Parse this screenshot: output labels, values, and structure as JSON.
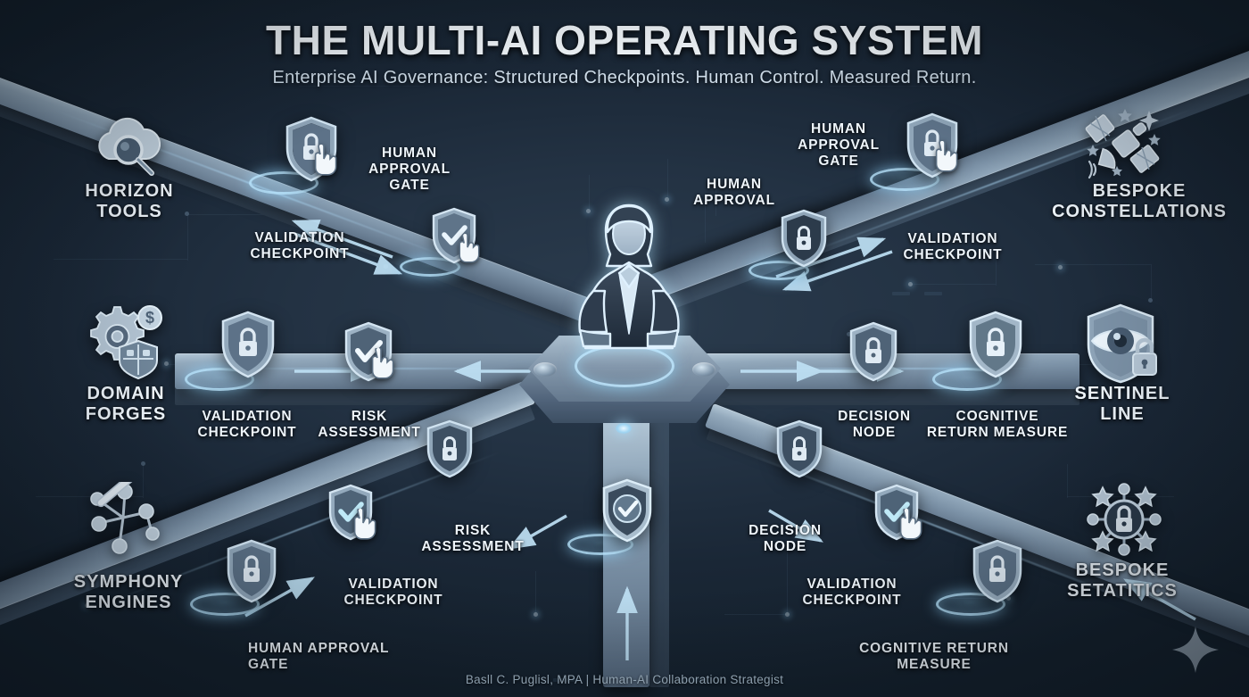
{
  "header": {
    "title": "THE MULTI-AI OPERATING SYSTEM",
    "subtitle": "Enterprise AI Governance: Structured Checkpoints. Human Control. Measured Return."
  },
  "footer": {
    "credit": "Basll C. Puglisl, MPA | Human-AI Collaboration Strategist"
  },
  "colors": {
    "background_deep": "#14202c",
    "background_mid": "#233243",
    "background_center": "#2b3c4e",
    "pathway_light": "#b3c7d6",
    "pathway_dark": "#44576b",
    "accent_glow": "#9ed4f2",
    "text_primary": "#eef5fb",
    "text_secondary": "#cfdde9"
  },
  "corners": [
    {
      "id": "horizon-tools",
      "label": "HORIZON\nTOOLS",
      "icon": "cloud-search-icon"
    },
    {
      "id": "domain-forges",
      "label": "DOMAIN\nFORGES",
      "icon": "gear-dollar-shield-icon"
    },
    {
      "id": "symphony-engines",
      "label": "SYMPHONY\nENGINES",
      "icon": "baton-network-icon"
    },
    {
      "id": "bespoke-constellations",
      "label": "BESPOKE\nCONSTELLATIONS",
      "icon": "satellite-stars-icon"
    },
    {
      "id": "sentinel-line",
      "label": "SENTINEL\nLINE",
      "icon": "shield-eye-lock-icon"
    },
    {
      "id": "bespoke-setatitics",
      "label": "BESPOKE\nSETATITICS",
      "icon": "lock-network-stars-icon"
    }
  ],
  "nodes": [
    {
      "id": "ul-human-approval-gate",
      "label": "HUMAN\nAPPROVAL\nGATE",
      "glyph": "lock",
      "cursor": true,
      "branch": "upper-left"
    },
    {
      "id": "ul-validation-checkpoint",
      "label": "VALIDATION\nCHECKPOINT",
      "glyph": "check",
      "cursor": true,
      "branch": "upper-left"
    },
    {
      "id": "ur-human-approval",
      "label": "HUMAN\nAPPROVAL",
      "glyph": "lock",
      "cursor": false,
      "branch": "upper-right"
    },
    {
      "id": "ur-human-approval-gate",
      "label": "HUMAN\nAPPROVAL\nGATE",
      "glyph": "lock",
      "cursor": true,
      "branch": "upper-right"
    },
    {
      "id": "ur-validation-checkpoint",
      "label": "VALIDATION\nCHECKPOINT",
      "glyph": "lock",
      "cursor": false,
      "branch": "upper-right"
    },
    {
      "id": "ml-validation-checkpoint",
      "label": "VALIDATION\nCHECKPOINT",
      "glyph": "lock",
      "cursor": false,
      "branch": "mid-left"
    },
    {
      "id": "ml-risk-assessment",
      "label": "RISK\nASSESSMENT",
      "glyph": "check",
      "cursor": true,
      "branch": "mid-left"
    },
    {
      "id": "mr-decision-node",
      "label": "DECISION\nNODE",
      "glyph": "lock",
      "cursor": false,
      "branch": "mid-right"
    },
    {
      "id": "mr-cognitive-return",
      "label": "COGNITIVE\nRETURN MEASURE",
      "glyph": "lock",
      "cursor": false,
      "branch": "mid-right"
    },
    {
      "id": "ll-human-approval-gate",
      "label": "HUMAN APPROVAL\nGATE",
      "glyph": "lock",
      "cursor": false,
      "branch": "lower-left"
    },
    {
      "id": "ll-validation-checkpoint",
      "label": "VALIDATION\nCHECKPOINT",
      "glyph": "check",
      "cursor": true,
      "branch": "lower-left"
    },
    {
      "id": "ll-risk-assessment",
      "label": "RISK\nASSESSMENT",
      "glyph": "lock",
      "cursor": false,
      "branch": "lower-left"
    },
    {
      "id": "lr-decision-node",
      "label": "DECISION\nNODE",
      "glyph": "lock",
      "cursor": false,
      "branch": "lower-right"
    },
    {
      "id": "lr-validation-checkpoint",
      "label": "VALIDATION\nCHECKPOINT",
      "glyph": "check",
      "cursor": true,
      "branch": "lower-right"
    },
    {
      "id": "lr-cognitive-return",
      "label": "COGNITIVE RETURN\nMEASURE",
      "glyph": "lock",
      "cursor": false,
      "branch": "lower-right"
    },
    {
      "id": "bottom-center-shield",
      "label": "",
      "glyph": "check-badge",
      "cursor": false,
      "branch": "bottom"
    }
  ],
  "center": {
    "figure": "human-operator-figure",
    "hub": "central-control-hub"
  }
}
